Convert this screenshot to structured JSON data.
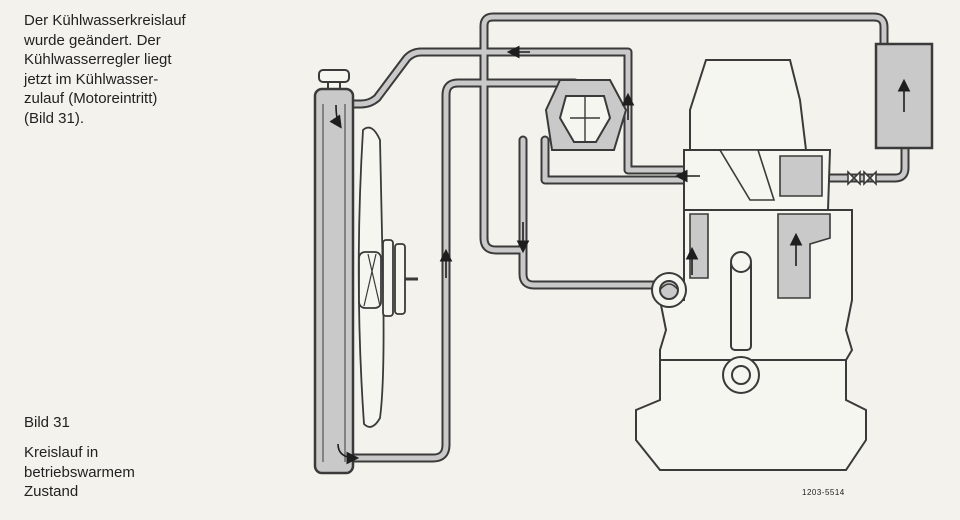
{
  "description": {
    "lines": [
      "Der Kühlwasserkreislauf",
      "wurde geändert. Der",
      "Kühlwasserregler liegt",
      "jetzt im Kühlwasser-",
      "zulauf (Motoreintritt)",
      "(Bild 31)."
    ]
  },
  "figure": {
    "label": "Bild 31",
    "caption_lines": [
      "Kreislauf in",
      "betriebswarmem",
      "Zustand"
    ],
    "reference_code": "1203-5514"
  },
  "colors": {
    "background": "#f3f2ec",
    "line": "#3a3a3a",
    "coolant": "#c9c9c9",
    "body": "#f6f6f1"
  }
}
